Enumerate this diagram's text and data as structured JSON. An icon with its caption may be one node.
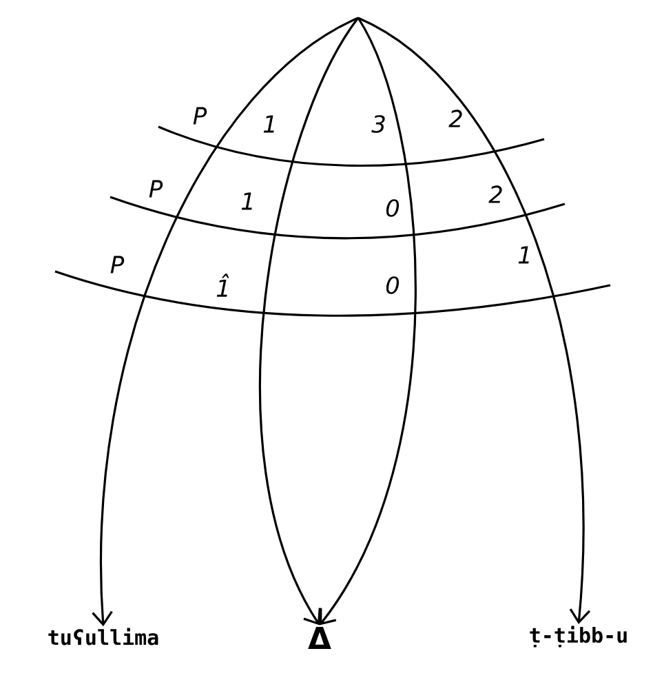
{
  "diagram": {
    "nodes": [
      {
        "text": [
          "tuʕullima"
        ]
      },
      {
        "text": [
          "Δ"
        ]
      },
      {
        "text": [
          "ṭ-ṭibb-u"
        ]
      }
    ],
    "edges": [
      {
        "from": null,
        "to": 0,
        "arrow": "to"
      },
      {
        "from": null,
        "to": 1,
        "arrow": "to"
      },
      {
        "from": null,
        "to": 1,
        "arrow": "to"
      },
      {
        "from": null,
        "to": 2,
        "arrow": "to"
      }
    ],
    "labels": [
      "P",
      "1",
      "3",
      "2",
      "P",
      "1",
      "0",
      "2",
      "P",
      "1̂",
      "0",
      "1"
    ]
  }
}
